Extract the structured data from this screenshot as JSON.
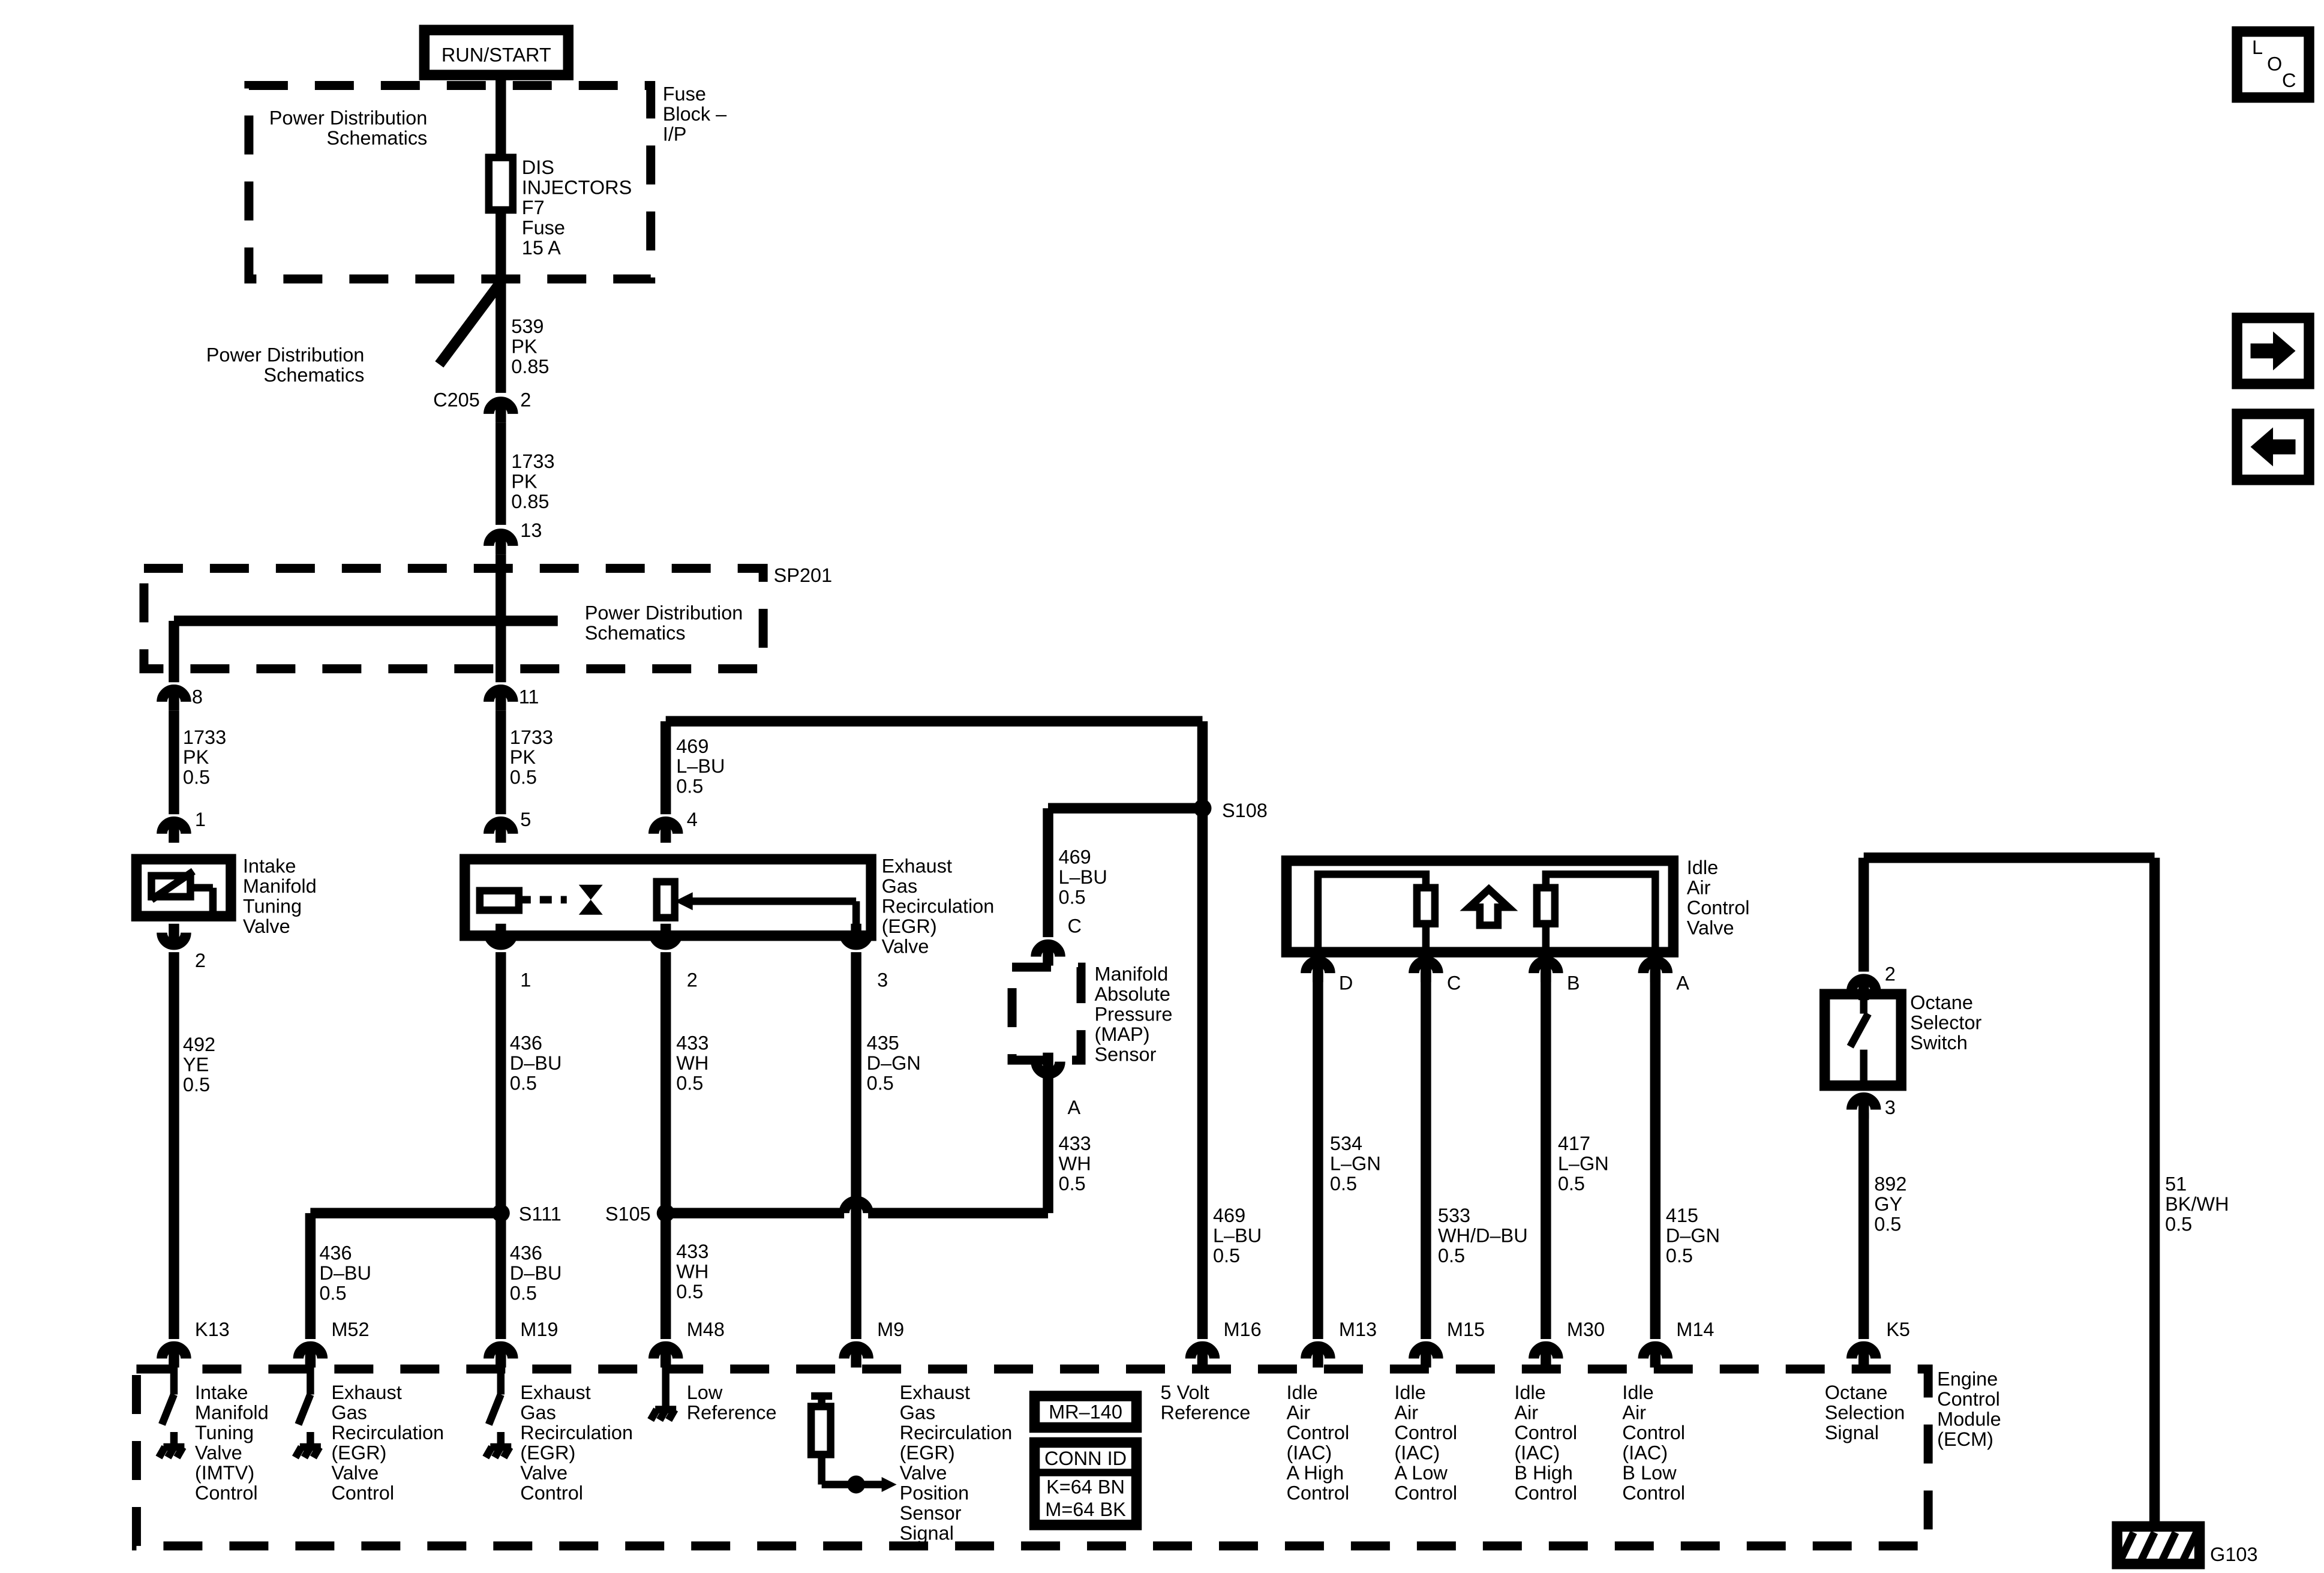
{
  "top": {
    "run_start": "RUN/START",
    "pds_a": [
      "Power Distribution",
      "Schematics"
    ],
    "fuse_block": [
      "Fuse",
      "Block –",
      "I/P"
    ],
    "fuse": [
      "DIS",
      "INJECTORS",
      "F7",
      "Fuse",
      "15 A"
    ],
    "pds_b": [
      "Power Distribution",
      "Schematics"
    ],
    "w539": [
      "539",
      "PK",
      "0.85"
    ],
    "c205": "C205",
    "c205_pin": "2",
    "w1733": [
      "1733",
      "PK",
      "0.85"
    ],
    "pin13": "13",
    "sp201": "SP201",
    "pds_c": [
      "Power Distribution",
      "Schematics"
    ],
    "pin8": "8",
    "pin11": "11"
  },
  "nav": {
    "loc": [
      "L",
      "O",
      "C"
    ],
    "next_icon": "right-arrow-icon",
    "prev_icon": "left-arrow-icon"
  },
  "imtv": {
    "wire_in": [
      "1733",
      "PK",
      "0.5"
    ],
    "pin1": "1",
    "label": [
      "Intake",
      "Manifold",
      "Tuning",
      "Valve"
    ],
    "pin2": "2",
    "wire_out": [
      "492",
      "YE",
      "0.5"
    ],
    "ecm_pin": "K13"
  },
  "egr": {
    "wire_in": [
      "1733",
      "PK",
      "0.5"
    ],
    "pin5": "5",
    "pin4": "4",
    "w469_top": [
      "469",
      "L–BU",
      "0.5"
    ],
    "label": [
      "Exhaust",
      "Gas",
      "Recirculation",
      "(EGR)",
      "Valve"
    ],
    "pin1": "1",
    "pin2": "2",
    "pin3": "3",
    "w436": [
      "436",
      "D–BU",
      "0.5"
    ],
    "w433": [
      "433",
      "WH",
      "0.5"
    ],
    "w435": [
      "435",
      "D–GN",
      "0.5"
    ],
    "s111": "S111",
    "s105": "S105",
    "w436_left": [
      "436",
      "D–BU",
      "0.5"
    ],
    "w436_low": [
      "436",
      "D–BU",
      "0.5"
    ],
    "w433_low": [
      "433",
      "WH",
      "0.5"
    ]
  },
  "map": {
    "w469": [
      "469",
      "L–BU",
      "0.5"
    ],
    "pinC": "C",
    "label": [
      "Manifold",
      "Absolute",
      "Pressure",
      "(MAP)",
      "Sensor"
    ],
    "pinA": "A",
    "w433": [
      "433",
      "WH",
      "0.5"
    ],
    "s108": "S108",
    "w469_down": [
      "469",
      "L–BU",
      "0.5"
    ]
  },
  "iac": {
    "label": [
      "Idle",
      "Air",
      "Control",
      "Valve"
    ],
    "pins": [
      "D",
      "C",
      "B",
      "A"
    ],
    "w534": [
      "534",
      "L–GN",
      "0.5"
    ],
    "w533": [
      "533",
      "WH/D–BU",
      "0.5"
    ],
    "w417": [
      "417",
      "L–GN",
      "0.5"
    ],
    "w415": [
      "415",
      "D–GN",
      "0.5"
    ]
  },
  "octane": {
    "pin2": "2",
    "label": [
      "Octane",
      "Selector",
      "Switch"
    ],
    "pin3": "3",
    "w892": [
      "892",
      "GY",
      "0.5"
    ],
    "ecm_pin": "K5"
  },
  "ground": {
    "w51": [
      "51",
      "BK/WH",
      "0.5"
    ],
    "g103": "G103"
  },
  "ecm": {
    "pins": [
      "K13",
      "M52",
      "M19",
      "M48",
      "M9",
      "M16",
      "M13",
      "M15",
      "M30",
      "M14",
      "K5"
    ],
    "f_imtv": [
      "Intake",
      "Manifold",
      "Tuning",
      "Valve",
      "(IMTV)",
      "Control"
    ],
    "f_egr1": [
      "Exhaust",
      "Gas",
      "Recirculation",
      "(EGR)",
      "Valve",
      "Control"
    ],
    "f_egr2": [
      "Exhaust",
      "Gas",
      "Recirculation",
      "(EGR)",
      "Valve",
      "Control"
    ],
    "f_lowref": [
      "Low",
      "Reference"
    ],
    "f_egrpos": [
      "Exhaust",
      "Gas",
      "Recirculation",
      "(EGR)",
      "Valve",
      "Position",
      "Sensor",
      "Signal"
    ],
    "f_5v": [
      "5 Volt",
      "Reference"
    ],
    "f_iac_ah": [
      "Idle",
      "Air",
      "Control",
      "(IAC)",
      "A High",
      "Control"
    ],
    "f_iac_al": [
      "Idle",
      "Air",
      "Control",
      "(IAC)",
      "A Low",
      "Control"
    ],
    "f_iac_bh": [
      "Idle",
      "Air",
      "Control",
      "(IAC)",
      "B High",
      "Control"
    ],
    "f_iac_bl": [
      "Idle",
      "Air",
      "Control",
      "(IAC)",
      "B Low",
      "Control"
    ],
    "f_octane": [
      "Octane",
      "Selection",
      "Signal"
    ],
    "mr": "MR–140",
    "conn_id": "CONN ID",
    "conn_k": "K=64 BN",
    "conn_m": "M=64 BK",
    "label": [
      "Engine",
      "Control",
      "Module",
      "(ECM)"
    ]
  }
}
